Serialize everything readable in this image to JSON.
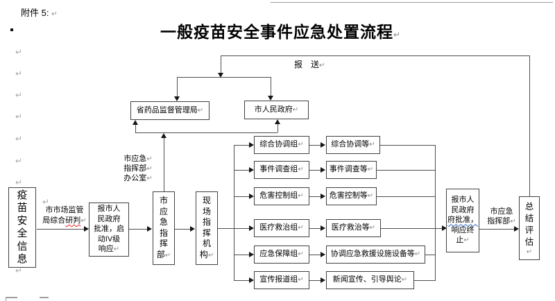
{
  "page": {
    "attachment_label": "附件 5: ",
    "title": "一般疫苗安全事件应急处置流程",
    "report_label": "报　送"
  },
  "marks": {
    "pilcrow": "↵"
  },
  "colors": {
    "spellcheck_red": "#e02020",
    "grammar_blue": "#2a66cc",
    "line": "#4d4d4d"
  },
  "top_flow": {
    "province_bureau": "省药品监督管理局",
    "city_government": "市人民政府"
  },
  "left_flow": {
    "vaccine_info": "疫\n苗\n安\n全\n信\n息",
    "judge_line1": "市市场监管",
    "judge_line2_pre": "局综合",
    "judge_line2_err": "研判",
    "response_box": "报市人\n民政府\n批准，启\n动IV级\n响应",
    "city_command": "市\n应\n急\n指\n挥\n部",
    "field_command": "现\n场\n指\n挥\n机\n构",
    "office_label": [
      "市应急",
      "指挥部",
      "办公室"
    ]
  },
  "groups": {
    "left": [
      "综合协调组",
      "事件调查组",
      "危害控制组",
      "医疗救治组",
      "应急保障组",
      "宣传报道组"
    ],
    "right": [
      "综合协调等",
      "事件调查等",
      "危害控制等",
      "医疗救治等",
      "协调应急救援设施设备等",
      "新闻宣传、引导舆论"
    ]
  },
  "right_flow": {
    "approval_pre": "报市人\n民政府\n",
    "approval_err": "府批准，",
    "approval_post": "\n响应终\n止",
    "command_label": [
      "市应急",
      "指挥部"
    ],
    "summary": "总\n结\n评\n估"
  }
}
